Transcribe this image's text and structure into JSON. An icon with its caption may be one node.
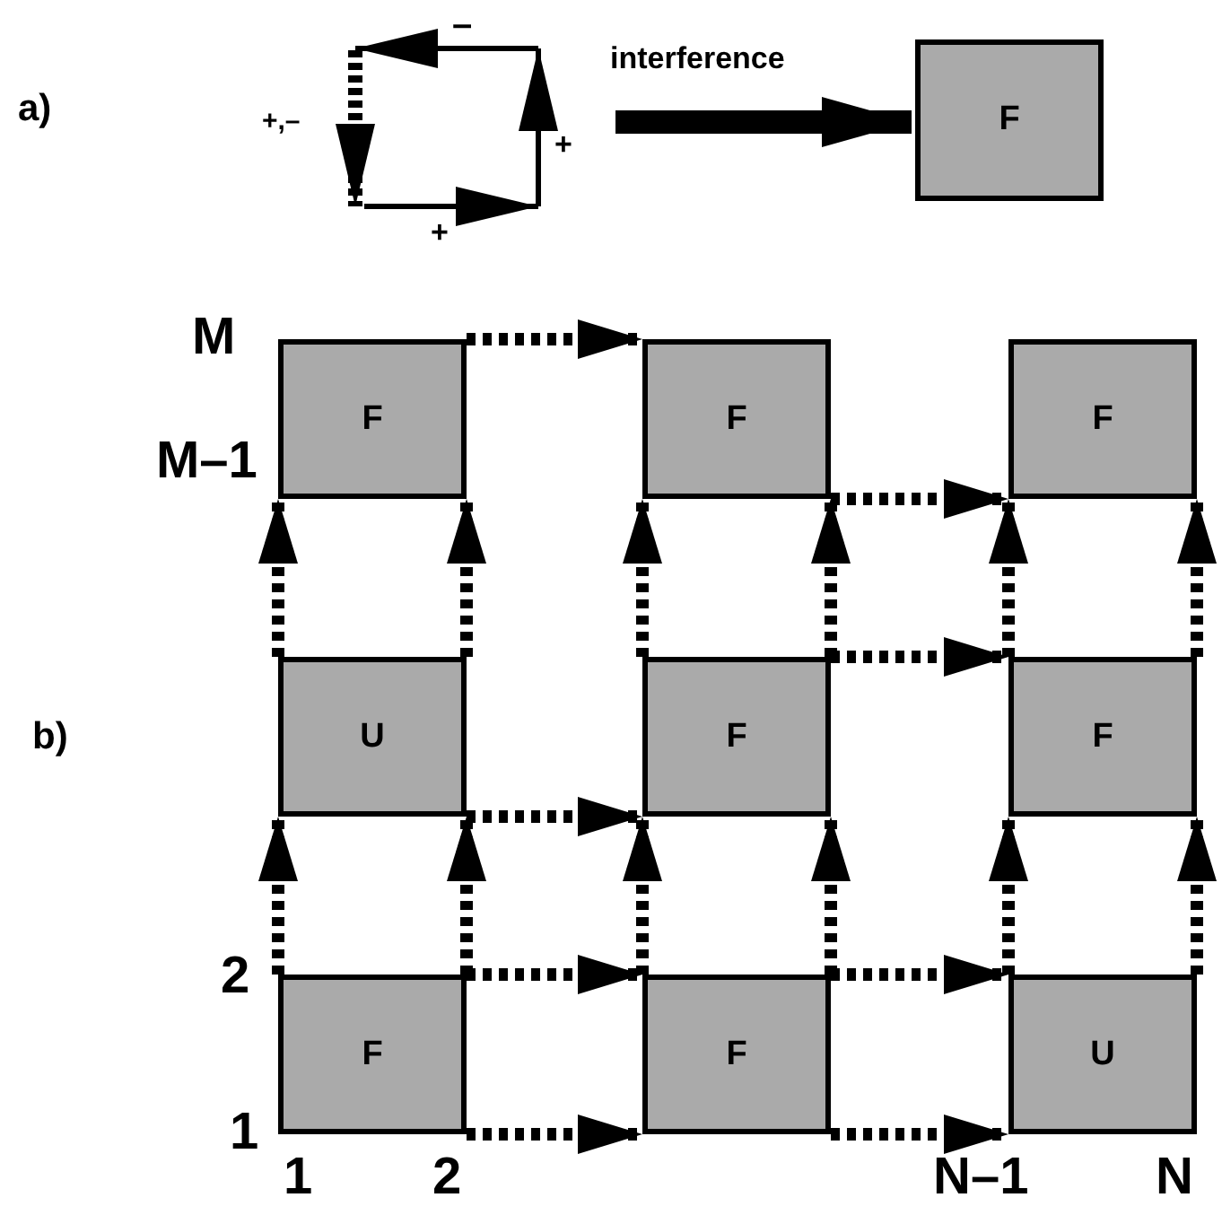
{
  "diagram": {
    "nodes": [
      {
        "text": [
          "F"
        ]
      },
      {
        "text": [
          "F"
        ]
      },
      {
        "text": [
          "F"
        ]
      },
      {
        "text": [
          "F"
        ]
      },
      {
        "text": [
          "U"
        ]
      },
      {
        "text": [
          "F"
        ]
      },
      {
        "text": [
          "F"
        ]
      },
      {
        "text": [
          "F"
        ]
      },
      {
        "text": [
          "F"
        ]
      },
      {
        "text": [
          "U"
        ]
      }
    ],
    "edges": [
      {
        "from": null,
        "to": 0,
        "arrow": "to",
        "label": "interference",
        "style": "thick"
      },
      {
        "from": 1,
        "to": 2,
        "arrow": "to",
        "style": "dashed"
      },
      {
        "from": 2,
        "to": 3,
        "arrow": "to",
        "style": "dashed"
      },
      {
        "from": 5,
        "to": 6,
        "arrow": "to",
        "style": "dashed"
      },
      {
        "from": 4,
        "to": 5,
        "arrow": "to",
        "style": "dashed"
      },
      {
        "from": 7,
        "to": 8,
        "arrow": "to",
        "style": "dashed"
      },
      {
        "from": 8,
        "to": 9,
        "arrow": "to",
        "style": "dashed"
      },
      {
        "from": 7,
        "to": 8,
        "arrow": "to",
        "style": "dashed"
      },
      {
        "from": 8,
        "to": 9,
        "arrow": "to",
        "style": "dashed"
      },
      {
        "from": 4,
        "to": 1,
        "arrow": "to",
        "style": "dashed"
      },
      {
        "from": 4,
        "to": 1,
        "arrow": "to",
        "style": "dashed"
      },
      {
        "from": 5,
        "to": 2,
        "arrow": "to",
        "style": "dashed"
      },
      {
        "from": 5,
        "to": 2,
        "arrow": "to",
        "style": "dashed"
      },
      {
        "from": 6,
        "to": 3,
        "arrow": "to",
        "style": "dashed"
      },
      {
        "from": 6,
        "to": 3,
        "arrow": "to",
        "style": "dashed"
      },
      {
        "from": 7,
        "to": 4,
        "arrow": "to",
        "style": "dashed"
      },
      {
        "from": 7,
        "to": 4,
        "arrow": "to",
        "style": "dashed"
      },
      {
        "from": 8,
        "to": 5,
        "arrow": "to",
        "style": "dashed"
      },
      {
        "from": 8,
        "to": 5,
        "arrow": "to",
        "style": "dashed"
      },
      {
        "from": 9,
        "to": 6,
        "arrow": "to",
        "style": "dashed"
      },
      {
        "from": 9,
        "to": 6,
        "arrow": "to",
        "style": "dashed"
      }
    ],
    "labels": [
      "–",
      "a)",
      "+,–",
      "+",
      "+",
      "M",
      "M–1",
      "b)",
      "2",
      "1",
      "1",
      "2",
      "N–1",
      "N"
    ]
  }
}
